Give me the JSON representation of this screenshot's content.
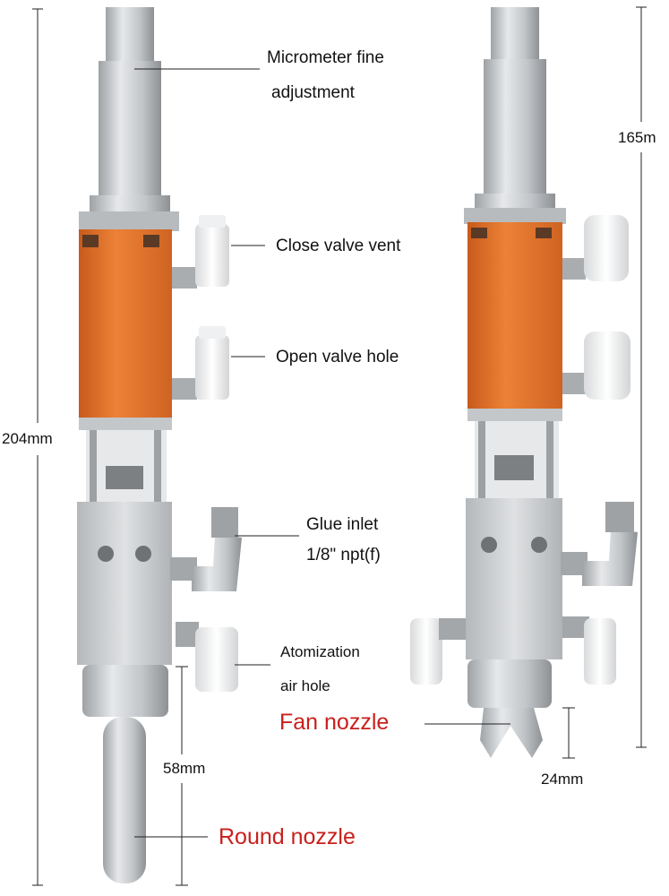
{
  "labels": {
    "micrometer_line1": "Micrometer fine",
    "micrometer_line2": "adjustment",
    "close_valve": "Close valve vent",
    "open_valve": "Open valve hole",
    "glue_inlet_line1": "Glue inlet",
    "glue_inlet_line2": "1/8\" npt(f)",
    "atomization_line1": "Atomization",
    "atomization_line2": "air hole",
    "fan_nozzle": "Fan nozzle",
    "round_nozzle": "Round nozzle"
  },
  "dimensions": {
    "total_height": "204mm",
    "right_height": "165m",
    "round_nozzle_len": "58mm",
    "fan_nozzle_len": "24mm"
  },
  "colors": {
    "orange": "#e0742c",
    "steel": "#c9ccce",
    "fitting": "#f2f3f4",
    "red_label": "#c8201c"
  }
}
